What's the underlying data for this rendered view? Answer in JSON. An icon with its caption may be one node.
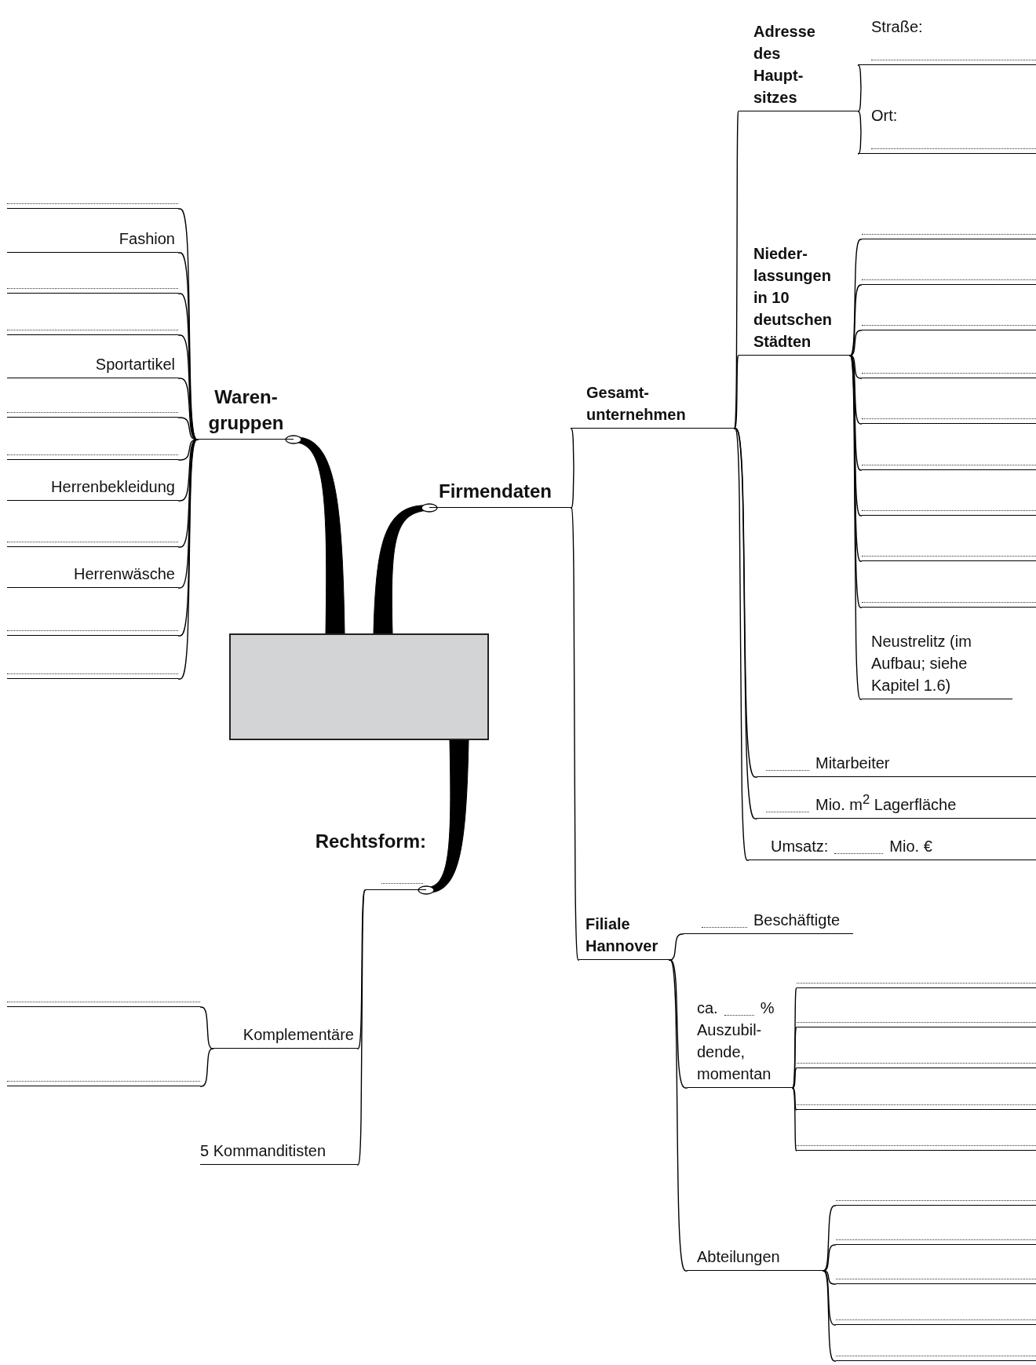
{
  "diagram": {
    "nodes": [
      {
        "text": [],
        "shape": "box"
      },
      {
        "text": [
          "Waren- gruppen"
        ]
      },
      {
        "text": [],
        "shape": "line"
      },
      {
        "text": [
          "Fashion"
        ]
      },
      {
        "text": [],
        "shape": "line"
      },
      {
        "text": [],
        "shape": "line"
      },
      {
        "text": [
          "Sportartikel"
        ]
      },
      {
        "text": [],
        "shape": "line"
      },
      {
        "text": [],
        "shape": "line"
      },
      {
        "text": [
          "Herrenbekleidung"
        ]
      },
      {
        "text": [],
        "shape": "line"
      },
      {
        "text": [
          "Herrenwäsche"
        ]
      },
      {
        "text": [],
        "shape": "line"
      },
      {
        "text": [],
        "shape": "line"
      },
      {
        "text": [
          "Firmendaten"
        ]
      },
      {
        "text": [
          "Gesamt- unternehmen"
        ]
      },
      {
        "text": [
          "Adresse des Haupt- sitzes"
        ]
      },
      {
        "text": [
          "Straße:"
        ]
      },
      {
        "text": [
          "Ort:"
        ]
      },
      {
        "text": [
          "Nieder- lassungen in 10 deutschen Städten"
        ]
      },
      {
        "text": [],
        "shape": "line"
      },
      {
        "text": [],
        "shape": "line"
      },
      {
        "text": [],
        "shape": "line"
      },
      {
        "text": [],
        "shape": "line"
      },
      {
        "text": [],
        "shape": "line"
      },
      {
        "text": [],
        "shape": "line"
      },
      {
        "text": [],
        "shape": "line"
      },
      {
        "text": [],
        "shape": "line"
      },
      {
        "text": [],
        "shape": "line"
      },
      {
        "text": [
          "Neustrelitz (im Aufbau; siehe Kapitel 1.6)"
        ]
      },
      {
        "text": [
          "Mitarbeiter"
        ]
      },
      {
        "text": [
          "Mio. m$^{2}$ Lagerfläche"
        ]
      },
      {
        "text": [
          "Umsatz:",
          "Mio. €"
        ]
      },
      {
        "text": [
          "Filiale Hannover"
        ]
      },
      {
        "text": [
          "Beschäftigte"
        ]
      },
      {
        "text": [
          "ca.",
          "%",
          "Auszubil- dende, momentan"
        ]
      },
      {
        "text": [],
        "shape": "line"
      },
      {
        "text": [],
        "shape": "line"
      },
      {
        "text": [],
        "shape": "line"
      },
      {
        "text": [],
        "shape": "line"
      },
      {
        "text": [],
        "shape": "line"
      },
      {
        "text": [
          "Abteilungen"
        ]
      },
      {
        "text": [],
        "shape": "line"
      },
      {
        "text": [],
        "shape": "line"
      },
      {
        "text": [],
        "shape": "line"
      },
      {
        "text": [],
        "shape": "line"
      },
      {
        "text": [],
        "shape": "line"
      },
      {
        "text": [
          "Rechtsform:"
        ]
      },
      {
        "text": [
          "Komplementäre"
        ]
      },
      {
        "text": [
          "5 Kommanditisten"
        ]
      },
      {
        "text": [],
        "shape": "line"
      },
      {
        "text": [],
        "shape": "line"
      }
    ],
    "edges": [
      {
        "from": 0,
        "to": 1,
        "arrow": "other",
        "style": "thick"
      },
      {
        "from": 0,
        "to": 14,
        "arrow": "other",
        "style": "thick"
      },
      {
        "from": 0,
        "to": 47,
        "arrow": "other",
        "style": "thick"
      },
      {
        "from": 1,
        "to": 2,
        "arrow": "none"
      },
      {
        "from": 1,
        "to": 3,
        "arrow": "none"
      },
      {
        "from": 1,
        "to": 4,
        "arrow": "none"
      },
      {
        "from": 1,
        "to": 5,
        "arrow": "none"
      },
      {
        "from": 1,
        "to": 6,
        "arrow": "none"
      },
      {
        "from": 1,
        "to": 7,
        "arrow": "none"
      },
      {
        "from": 1,
        "to": 8,
        "arrow": "none"
      },
      {
        "from": 1,
        "to": 9,
        "arrow": "none"
      },
      {
        "from": 1,
        "to": 10,
        "arrow": "none"
      },
      {
        "from": 1,
        "to": 11,
        "arrow": "none"
      },
      {
        "from": 1,
        "to": 12,
        "arrow": "none"
      },
      {
        "from": 1,
        "to": 13,
        "arrow": "none"
      },
      {
        "from": 14,
        "to": 15,
        "arrow": "none"
      },
      {
        "from": 14,
        "to": 33,
        "arrow": "none"
      },
      {
        "from": 15,
        "to": 16,
        "arrow": "none"
      },
      {
        "from": 15,
        "to": 19,
        "arrow": "none"
      },
      {
        "from": 15,
        "to": 30,
        "arrow": "none"
      },
      {
        "from": 15,
        "to": 31,
        "arrow": "none"
      },
      {
        "from": 15,
        "to": 32,
        "arrow": "none"
      },
      {
        "from": 16,
        "to": 17,
        "arrow": "none"
      },
      {
        "from": 16,
        "to": 18,
        "arrow": "none"
      },
      {
        "from": 19,
        "to": 20,
        "arrow": "none"
      },
      {
        "from": 19,
        "to": 21,
        "arrow": "none"
      },
      {
        "from": 19,
        "to": 22,
        "arrow": "none"
      },
      {
        "from": 19,
        "to": 23,
        "arrow": "none"
      },
      {
        "from": 19,
        "to": 24,
        "arrow": "none"
      },
      {
        "from": 19,
        "to": 25,
        "arrow": "none"
      },
      {
        "from": 19,
        "to": 26,
        "arrow": "none"
      },
      {
        "from": 19,
        "to": 27,
        "arrow": "none"
      },
      {
        "from": 19,
        "to": 28,
        "arrow": "none"
      },
      {
        "from": 19,
        "to": 29,
        "arrow": "none"
      },
      {
        "from": 33,
        "to": 34,
        "arrow": "none"
      },
      {
        "from": 33,
        "to": 35,
        "arrow": "none"
      },
      {
        "from": 33,
        "to": 41,
        "arrow": "none"
      },
      {
        "from": 35,
        "to": 36,
        "arrow": "none"
      },
      {
        "from": 35,
        "to": 37,
        "arrow": "none"
      },
      {
        "from": 35,
        "to": 38,
        "arrow": "none"
      },
      {
        "from": 35,
        "to": 39,
        "arrow": "none"
      },
      {
        "from": 35,
        "to": 40,
        "arrow": "none"
      },
      {
        "from": 41,
        "to": 42,
        "arrow": "none"
      },
      {
        "from": 41,
        "to": 43,
        "arrow": "none"
      },
      {
        "from": 41,
        "to": 44,
        "arrow": "none"
      },
      {
        "from": 41,
        "to": 45,
        "arrow": "none"
      },
      {
        "from": 41,
        "to": 46,
        "arrow": "none"
      },
      {
        "from": 47,
        "to": 48,
        "arrow": "none"
      },
      {
        "from": 47,
        "to": 49,
        "arrow": "none"
      },
      {
        "from": 48,
        "to": 50,
        "arrow": "none"
      },
      {
        "from": 48,
        "to": 51,
        "arrow": "none"
      }
    ]
  }
}
